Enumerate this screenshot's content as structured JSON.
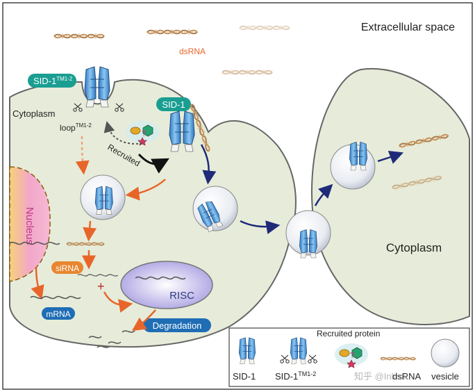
{
  "labels": {
    "extracellular": "Extracellular space",
    "dsrna": "dsRNA",
    "sid1_tm": "SID-1",
    "tm_sup": "TM1-2",
    "cytoplasm_left": "Cytoplasm",
    "loop": "loop",
    "sid1": "SID-1",
    "recruited": "Recruited",
    "nucleus": "Nucleus",
    "sirna": "siRNA",
    "mrna": "mRNA",
    "risc": "RISC",
    "degradation": "Degradation",
    "cytoplasm_right": "Cytoplasm",
    "plus": "+",
    "question": "?"
  },
  "legend": {
    "recruited_protein": "Recruited protein",
    "sid1": "SID-1",
    "sid1_tm": "SID-1",
    "tm_sup": "TM1-2",
    "dsrna": "dsRNA",
    "vesicle": "vesicle"
  },
  "watermark": "知乎 @Inkmx",
  "colors": {
    "cell_fill": "#e6ecd9",
    "teal_badge": "#1a9e92",
    "blue_badge": "#1f6db5",
    "protein_blue": "#5aa7df",
    "arrow_orange": "#e8652a",
    "arrow_navy": "#1f2a78",
    "nucleus_pink": "#f2a0c6",
    "risc_purple": "#a99ce0"
  },
  "icons": [
    "sid1-channel-icon",
    "scissors-icon",
    "dsrna-helix-icon",
    "vesicle-icon",
    "recruited-protein-icon"
  ]
}
